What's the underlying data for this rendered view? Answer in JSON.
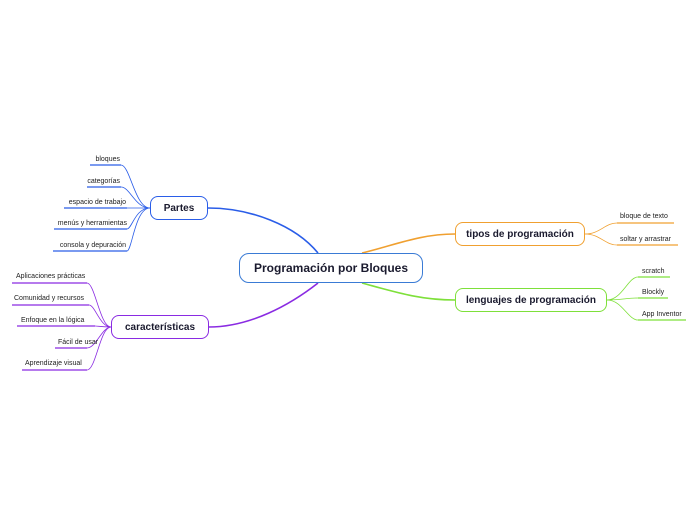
{
  "central": {
    "label": "Programación por Bloques",
    "color": "#3a7bd5"
  },
  "branches": {
    "partes": {
      "label": "Partes",
      "color": "#2a5de8",
      "items": [
        "bloques",
        "categorías",
        "espacio de trabajo",
        "menús y herramientas",
        "consola y depuración"
      ]
    },
    "caracteristicas": {
      "label": "características",
      "color": "#8a2be2",
      "items": [
        "Aplicaciones  prácticas",
        "Comunidad y recursos",
        "Enfoque en la lógica",
        "Fácil de usar",
        "Aprendizaje visual"
      ]
    },
    "tipos": {
      "label": "tipos de programación",
      "color": "#f0a030",
      "items": [
        "bloque de texto",
        "soltar y arrastrar"
      ]
    },
    "lenguajes": {
      "label": "lenguajes de programación",
      "color": "#7ee03a",
      "items": [
        "scratch",
        "Blockly",
        "App Inventor"
      ]
    }
  }
}
